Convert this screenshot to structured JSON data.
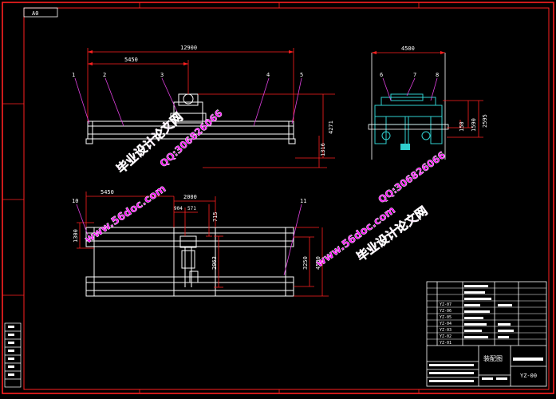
{
  "sheet": {
    "size_label": "A0"
  },
  "colors": {
    "background": "#000000",
    "frame": "#ff2020",
    "outline": "#ffffff",
    "dimension": "#ff2020",
    "leader": "#e040e0",
    "hoist": "#30d0d0",
    "watermark": "#ff00ff",
    "watermark_stroke": "#ffffff"
  },
  "top_view": {
    "dim_overall": "12900",
    "dim_left": "5450",
    "dim_height_1": "4271",
    "dim_height_2": "1316",
    "balloons": [
      "1",
      "2",
      "3",
      "4",
      "5"
    ]
  },
  "side_view": {
    "dim_width": "4500",
    "dim_1": "2595",
    "dim_2": "1590",
    "dim_3": "150",
    "balloons": [
      "6",
      "7",
      "8"
    ]
  },
  "plan_view": {
    "dim_left": "5450",
    "dim_trolley": "2000",
    "dim_a": "904",
    "dim_b": "571",
    "dim_c": "715",
    "dim_left_height": "1300",
    "dim_mid_height": "2963",
    "dim_right_1": "3250",
    "dim_right_2": "4500",
    "balloons": [
      "10",
      "11"
    ]
  },
  "title_block": {
    "name": "装配图",
    "drawing_no": "YZ-00",
    "parts": [
      {
        "no": "YZ-07"
      },
      {
        "no": "YZ-06"
      },
      {
        "no": "YZ-05"
      },
      {
        "no": "YZ-04"
      },
      {
        "no": "YZ-03"
      },
      {
        "no": "YZ-02"
      },
      {
        "no": "YZ-01"
      }
    ]
  },
  "watermarks": {
    "site": "www.56doc.com",
    "brand": "毕业设计论文网",
    "qq": "QQ:306826066"
  }
}
